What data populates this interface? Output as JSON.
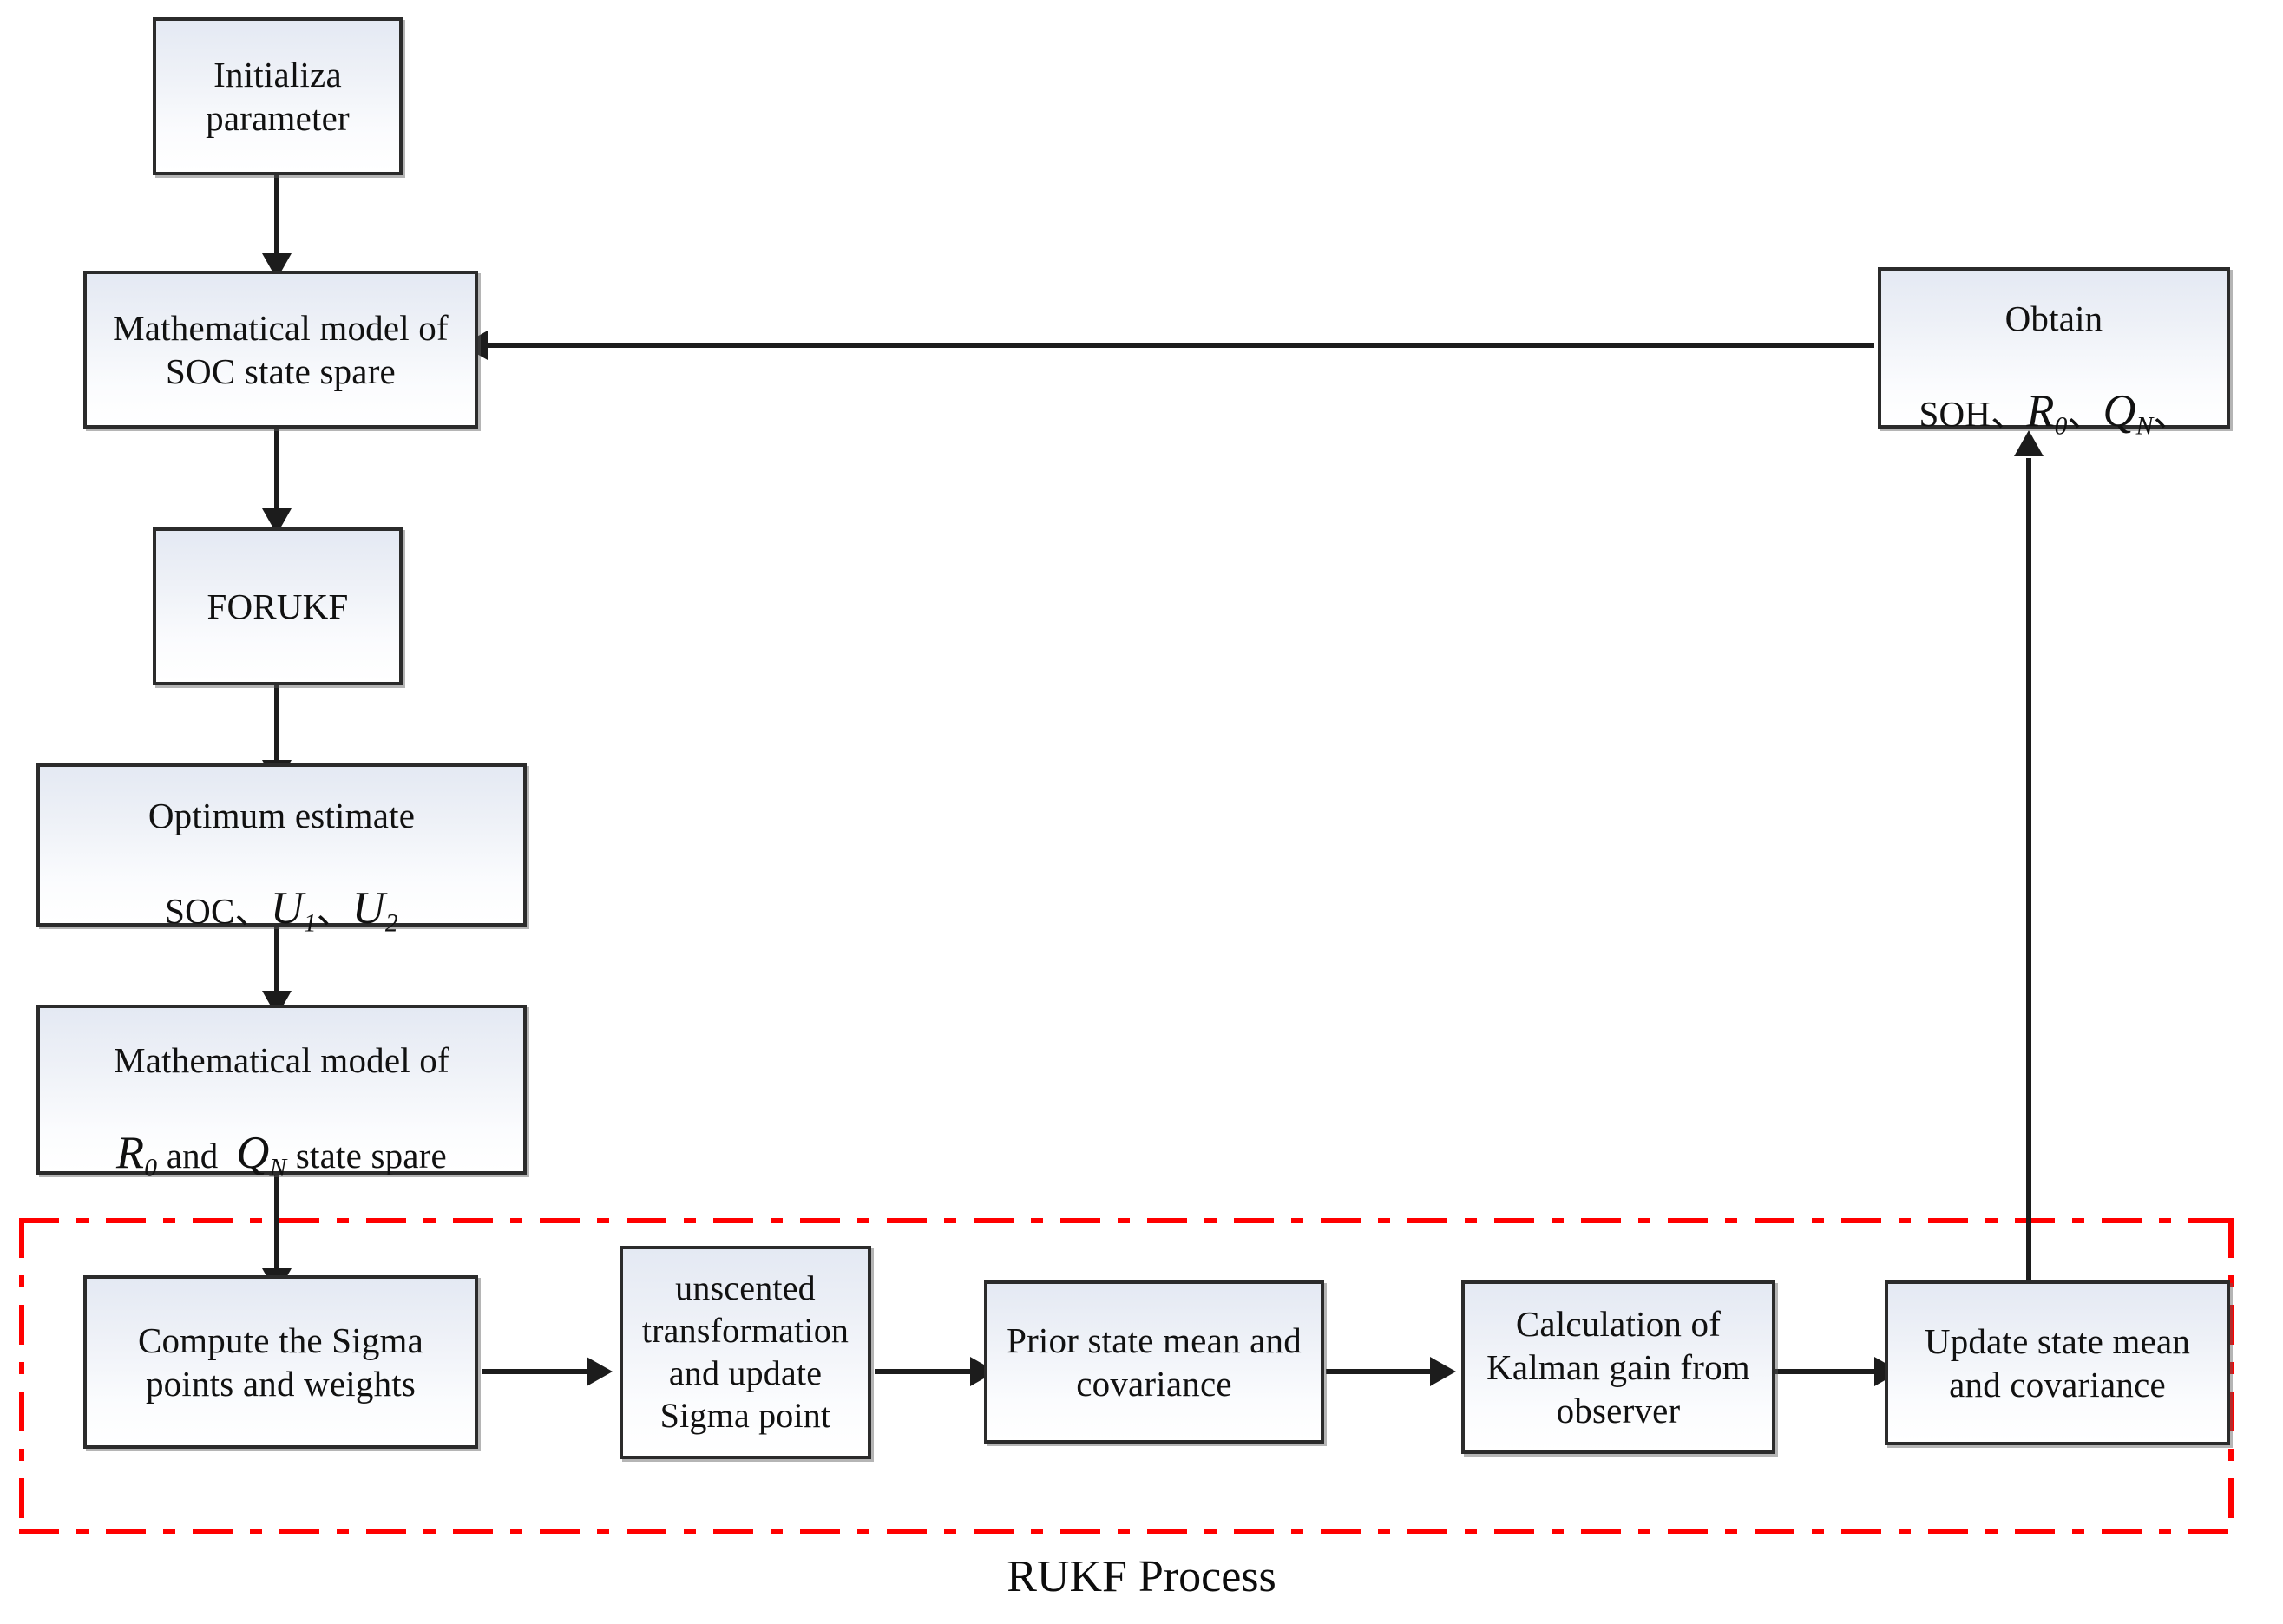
{
  "diagram": {
    "caption": "RUKF Process",
    "accent_color": "#ff0000",
    "box_border_color": "#2b2b2b",
    "box_fill_top": "#e4e9f3",
    "box_fill_bottom": "#ffffff",
    "nodes": {
      "initialize": {
        "label": "Initializa\nparameter"
      },
      "soc_model": {
        "label": "Mathematical model of\nSOC state spare"
      },
      "forukf": {
        "label": "FORUKF"
      },
      "optimum": {
        "line1": "Optimum estimate",
        "line2_prefix": "SOC、",
        "u1_symbol": "U",
        "u1_sub": "1",
        "sep": "、",
        "u2_symbol": "U",
        "u2_sub": "2"
      },
      "rq_model": {
        "line1": "Mathematical model of",
        "r_symbol": "R",
        "r_sub": "0",
        "and_text": "and",
        "q_symbol": "Q",
        "q_sub": "N",
        "tail_text": "state spare"
      },
      "obtain": {
        "line1": "Obtain",
        "line2_prefix": "SOH、",
        "r_symbol": "R",
        "r_sub": "0",
        "sep1": "、",
        "q_symbol": "Q",
        "q_sub": "N",
        "sep2": "、"
      },
      "sigma_points": {
        "label": "Compute the Sigma\npoints and weights"
      },
      "unscented": {
        "label": "unscented\ntransformation\nand update\nSigma point"
      },
      "prior": {
        "label": "Prior state mean and\ncovariance"
      },
      "kalman_gain": {
        "label": "Calculation of\nKalman gain from\nobserver"
      },
      "update_state": {
        "label": "Update state mean\nand covariance"
      }
    }
  }
}
